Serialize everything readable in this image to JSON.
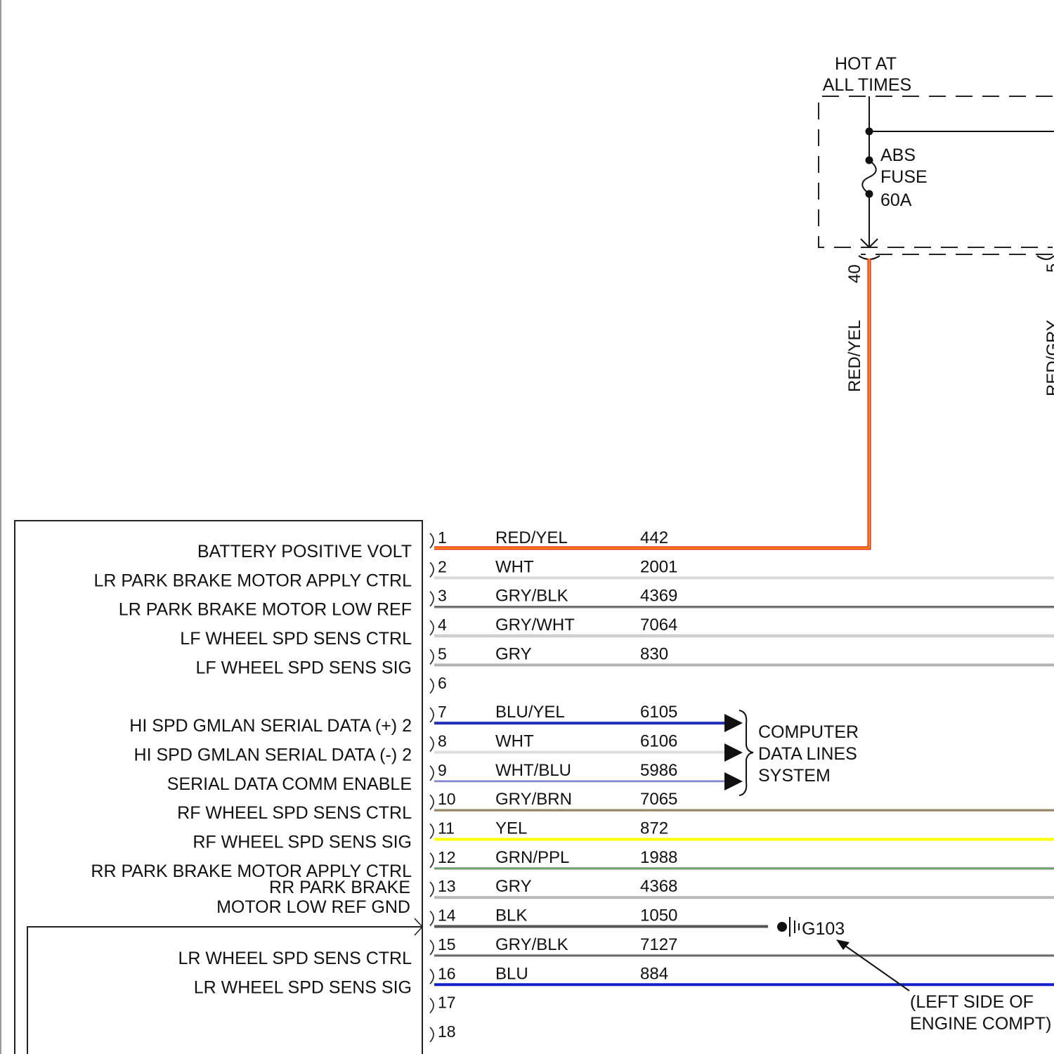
{
  "power_source": {
    "hot_line1": "HOT AT",
    "hot_line2": "ALL TIMES",
    "fuse_line1": "ABS",
    "fuse_line2": "FUSE",
    "fuse_line3": "60A",
    "connector_pin": "40",
    "feed_wire_color": "RED/YEL",
    "right_edge_fragment": "RED/GRY"
  },
  "pins": [
    {
      "num": "1",
      "label": "BATTERY POSITIVE VOLT",
      "color": "RED/YEL",
      "circuit": "442",
      "stroke": "#e8281e",
      "stripe": "#ffd400"
    },
    {
      "num": "2",
      "label": "LR PARK BRAKE MOTOR APPLY CTRL",
      "color": "WHT",
      "circuit": "2001",
      "stroke": "#d9d9d9",
      "stripe": ""
    },
    {
      "num": "3",
      "label": "LR PARK BRAKE MOTOR LOW REF",
      "color": "GRY/BLK",
      "circuit": "4369",
      "stroke": "#a8a8a8",
      "stripe": "#333333"
    },
    {
      "num": "4",
      "label": "LF WHEEL SPD SENS CTRL",
      "color": "GRY/WHT",
      "circuit": "7064",
      "stroke": "#bcbcbc",
      "stripe": "#eeeeee"
    },
    {
      "num": "5",
      "label": "LF WHEEL SPD SENS SIG",
      "color": "GRY",
      "circuit": "830",
      "stroke": "#b3b3b3",
      "stripe": ""
    },
    {
      "num": "6",
      "label": "",
      "color": "",
      "circuit": "",
      "stroke": "",
      "stripe": ""
    },
    {
      "num": "7",
      "label": "HI SPD GMLAN SERIAL DATA (+) 2",
      "color": "BLU/YEL",
      "circuit": "6105",
      "stroke": "#1f2fb8",
      "stripe": "#1f2fb8"
    },
    {
      "num": "8",
      "label": "HI SPD GMLAN SERIAL DATA (-) 2",
      "color": "WHT",
      "circuit": "6106",
      "stroke": "#dddddd",
      "stripe": ""
    },
    {
      "num": "9",
      "label": "SERIAL DATA COMM ENABLE",
      "color": "WHT/BLU",
      "circuit": "5986",
      "stroke": "#d6d6e8",
      "stripe": "#3344bb"
    },
    {
      "num": "10",
      "label": "RF WHEEL SPD SENS CTRL",
      "color": "GRY/BRN",
      "circuit": "7065",
      "stroke": "#b5b0a0",
      "stripe": "#8a6a3a"
    },
    {
      "num": "11",
      "label": "RF WHEEL SPD SENS SIG",
      "color": "YEL",
      "circuit": "872",
      "stroke": "#ffff00",
      "stripe": ""
    },
    {
      "num": "12",
      "label": "RR PARK BRAKE MOTOR APPLY CTRL",
      "color": "GRN/PPL",
      "circuit": "1988",
      "stroke": "#b0b0b0",
      "stripe": "#3aa53a"
    },
    {
      "num": "13",
      "label": "RR PARK BRAKE",
      "label2": "MOTOR LOW REF GND",
      "color": "GRY",
      "circuit": "4368",
      "stroke": "#b8b8b8",
      "stripe": ""
    },
    {
      "num": "14",
      "label": "",
      "color": "BLK",
      "circuit": "1050",
      "stroke": "#555555",
      "stripe": ""
    },
    {
      "num": "15",
      "label": "LR WHEEL SPD SENS CTRL",
      "color": "GRY/BLK",
      "circuit": "7127",
      "stroke": "#a8a8a8",
      "stripe": "#444444"
    },
    {
      "num": "16",
      "label": "LR WHEEL SPD SENS SIG",
      "color": "BLU",
      "circuit": "884",
      "stroke": "#1020c8",
      "stripe": ""
    },
    {
      "num": "17",
      "label": "",
      "color": "",
      "circuit": "",
      "stroke": "",
      "stripe": ""
    },
    {
      "num": "18",
      "label": "",
      "color": "",
      "circuit": "",
      "stroke": "",
      "stripe": ""
    }
  ],
  "data_lines": {
    "line1": "COMPUTER",
    "line2": "DATA LINES",
    "line3": "SYSTEM"
  },
  "ground": {
    "id": "G103",
    "location_line1": "(LEFT SIDE OF",
    "location_line2": "ENGINE COMPT)"
  }
}
